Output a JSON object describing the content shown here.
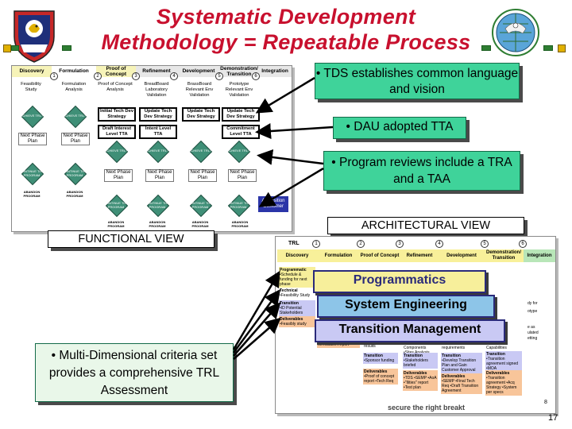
{
  "title": {
    "line1": "Systematic Development",
    "line2": "Methodology = Repeatable Process"
  },
  "functional": {
    "label": "FUNCTIONAL VIEW",
    "phases": [
      "Discovery",
      "Formulation",
      "Proof of Concept",
      "Refinement",
      "Development",
      "Demonstration/ Transition",
      "Integration"
    ],
    "milestones": [
      "1",
      "2",
      "3",
      "4",
      "5",
      "6"
    ],
    "top_boxes": [
      "Feasibility Study",
      "Formulation Analysis",
      "Proof of Concept Analysis",
      "BreadBoard Laboratory Validation",
      "BrassBoard Relevant Env Validation",
      "Prototype Relevant Env Validation"
    ],
    "tech_dev": [
      "Initial Tech Dev Strategy",
      "Update Tech Dev Strategy",
      "Update Tech Dev Strategy",
      "Update Tech Dev Strategy"
    ],
    "tta": [
      "Draft Interest Level TTA",
      "Intent Level TTA",
      "Commitment Level TTA"
    ],
    "achieve": "ACHIEVE TRL?",
    "continue": "CONTINUE THE PROGRAM",
    "next_phase": "Next Phase Plan",
    "abandon": "ABANDON PROGRAM",
    "acq_customer": "Acquisition Customer"
  },
  "callouts": {
    "tds": "• TDS establishes common language and vision",
    "dau": "• DAU adopted TTA",
    "reviews": "• Program reviews include a TRA and a TAA",
    "criteria": "• Multi-Dimensional criteria set provides a comprehensive TRL Assessment"
  },
  "architectural": {
    "label": "ARCHITECTURAL VIEW",
    "trl": "TRL",
    "milestones": [
      "1",
      "2",
      "3",
      "4",
      "5",
      "6"
    ],
    "phases": [
      "Discovery",
      "Formulation",
      "Proof of Concept",
      "Refinement",
      "Development",
      "Demonstration/ Transition",
      "Integration"
    ],
    "discovery": {
      "programmatic": "Programmatic",
      "programmatic_items": "•Schedule & funding for next phase",
      "technical": "Technical",
      "technical_items": "•Feasibility Study",
      "transition": "Transition",
      "transition_items": "•ID Potential Stakeholders",
      "deliverables": "Deliverables",
      "deliverables_items": "•Feasibly study"
    },
    "fragments": {
      "formulation_report": "formulation report",
      "results": "results",
      "breadboard": "Breadboard Components •Sites Analysis",
      "finalize": "•Finalize requirements",
      "increased": "Increased Capabilities",
      "transition_formulation": "Transition",
      "transition_formulation_items": "•Sponsor funding",
      "transition_refinement": "Transition",
      "transition_refinement_items": "•Stakeholders briefed",
      "transition_development": "Transition",
      "transition_development_items": "•Develop Transition Plan and Gain Customer Approval",
      "transition_demo": "Transition",
      "transition_demo_items": "•Transition agreement signed •MOA",
      "deliv_formulation": "Deliverables",
      "deliv_formulation_items": "•Proof of concept report •Tech Req",
      "deliv_refinement": "Deliverables",
      "deliv_refinement_items": "•TDS •SEMP •AoA •\"Ilities\" report •Test plan",
      "deliv_development": "Deliverables",
      "deliv_development_items": "•SEMP •Final Tech Req •Draft Transition Agreement",
      "deliv_demo": "Deliverables",
      "deliv_demo_items": "•Transition agreement •Acq Strategy •System per specs",
      "side1": "dy for",
      "side2": "otype",
      "side3": "e as",
      "side4": "ulated",
      "side5": "etting"
    },
    "bands": [
      "Programmatics",
      "System Engineering",
      "Transition Management"
    ],
    "page_num": "8",
    "footer": "secure the right breakt"
  },
  "slide_number": "17",
  "colors": {
    "title": "#c8102e",
    "callout": "#3fd39a",
    "programmatics_band": "#f7ef9b",
    "system_engineering_band": "#8dc5e8",
    "transition_band": "#c9c9f4",
    "diamond": "#3f8f77",
    "acquisition_box": "#2b35a8"
  },
  "icons": [
    "army-shield-emblem-icon",
    "eagle-globe-seal-icon"
  ]
}
